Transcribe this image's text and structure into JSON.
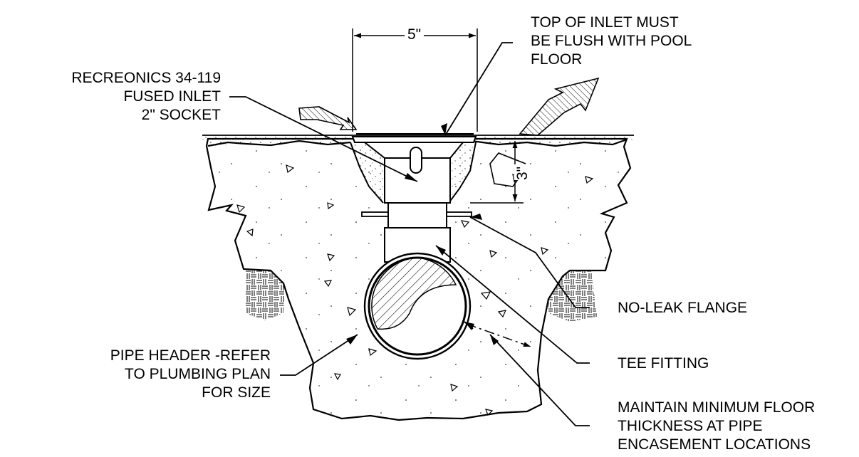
{
  "labels": {
    "top_inlet": [
      "TOP OF INLET MUST",
      "BE FLUSH WITH POOL",
      "FLOOR"
    ],
    "recreonics": [
      "RECREONICS 34-119",
      "FUSED INLET",
      "2\" SOCKET"
    ],
    "no_leak": [
      "NO-LEAK FLANGE"
    ],
    "tee": [
      "TEE FITTING"
    ],
    "pipe_header": [
      "PIPE HEADER -REFER",
      "TO PLUMBING PLAN",
      "FOR SIZE"
    ],
    "maintain": [
      "MAINTAIN MINIMUM FLOOR",
      "THICKNESS AT PIPE",
      "ENCASEMENT LOCATIONS"
    ]
  },
  "dimensions": {
    "width": "5\"",
    "depth": "3\""
  }
}
